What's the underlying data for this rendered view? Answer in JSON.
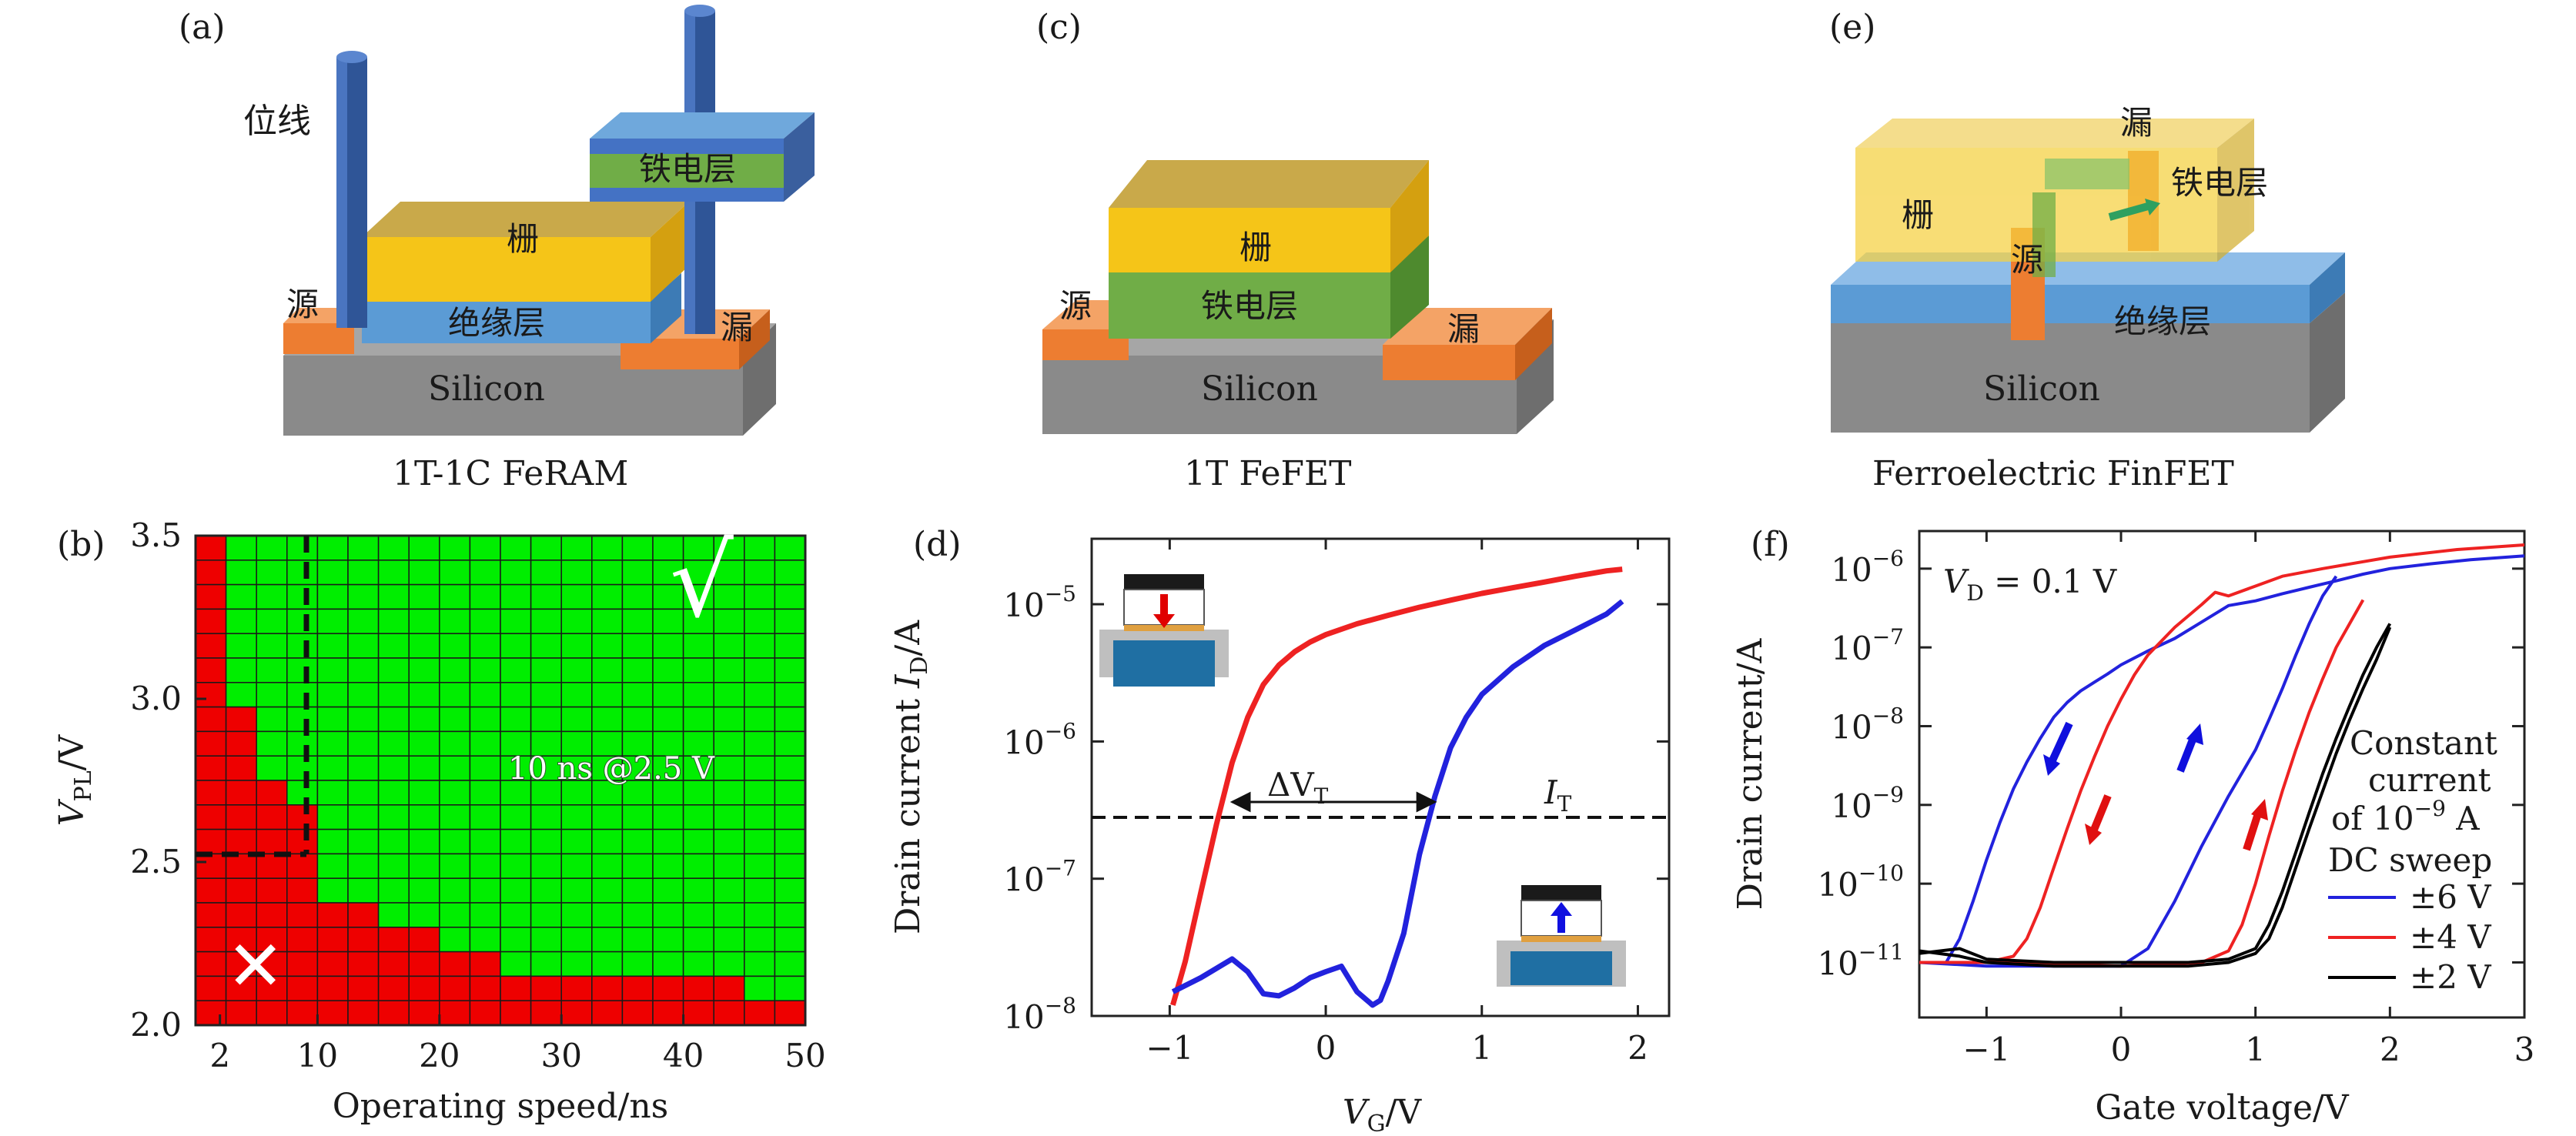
{
  "panels": {
    "a": {
      "label": "(a)",
      "caption": "1T-1C FeRAM",
      "bitline": "位线",
      "ferro": "铁电层",
      "gate": "栅",
      "insulator": "绝缘层",
      "source": "源",
      "drain": "漏",
      "substrate": "Silicon"
    },
    "c": {
      "label": "(c)",
      "caption": "1T FeFET",
      "gate": "栅",
      "ferro": "铁电层",
      "source": "源",
      "drain": "漏",
      "substrate": "Silicon"
    },
    "e": {
      "label": "(e)",
      "caption": "Ferroelectric FinFET",
      "drain": "漏",
      "ferro": "铁电层",
      "gate": "栅",
      "source": "源",
      "insulator": "绝缘层",
      "substrate": "Silicon"
    },
    "b": {
      "label": "(b)"
    },
    "d": {
      "label": "(d)"
    },
    "f": {
      "label": "(f)"
    }
  },
  "colors": {
    "green": "#00ee00",
    "red": "#ee0000",
    "silicon": "#8a8a8a",
    "insulator": "#5b9bd5",
    "gate": "#f5c518",
    "ferro": "#70ad47",
    "contact": "#ed7d31",
    "bitline": "#2f5597",
    "curve_red": "#ee2222",
    "curve_blue": "#2222dd",
    "curve_black": "#000000"
  },
  "chart_data": [
    {
      "panel": "b",
      "type": "heatmap",
      "xlabel": "Operating speed/ns",
      "ylabel_main": "V",
      "ylabel_sub": "PL",
      "ylabel_unit": "/V",
      "xlim": [
        0,
        50
      ],
      "ylim": [
        2.0,
        3.5
      ],
      "xticks": [
        2,
        10,
        20,
        30,
        40,
        50
      ],
      "yticks": [
        2.0,
        2.5,
        3.0,
        3.5
      ],
      "columns": 20,
      "rows": 20,
      "fail_rows_per_column": [
        20,
        13,
        10,
        9,
        5,
        5,
        4,
        4,
        3,
        3,
        2,
        2,
        2,
        2,
        2,
        2,
        2,
        2,
        1,
        1
      ],
      "pass_symbol": "√",
      "fail_symbol": "✕",
      "annotation": "10 ns @2.5 V",
      "marker": {
        "x": 10,
        "y": 2.5
      }
    },
    {
      "panel": "d",
      "type": "line",
      "xlabel_main": "V",
      "xlabel_sub": "G",
      "xlabel_unit": "/V",
      "ylabel_text": "Drain current ",
      "ylabel_main": "I",
      "ylabel_sub": "D",
      "ylabel_unit": "/A",
      "yscale": "log",
      "xlim": [
        -1.5,
        2.2
      ],
      "ylim": [
        1e-08,
        3e-05
      ],
      "xticks": [
        "−1",
        "0",
        "1",
        "2"
      ],
      "yticks": [
        {
          "base": "10",
          "exp": "−5",
          "value": 1e-05
        },
        {
          "base": "10",
          "exp": "−6",
          "value": 1e-06
        },
        {
          "base": "10",
          "exp": "−7",
          "value": 1e-07
        },
        {
          "base": "10",
          "exp": "−8",
          "value": 1e-08
        }
      ],
      "threshold_current": 2.8e-07,
      "threshold_label_main": "I",
      "threshold_label_sub": "T",
      "delta_label_main": "ΔV",
      "delta_label_sub": "T",
      "delta_range": [
        -0.6,
        0.7
      ],
      "series": [
        {
          "color": "red",
          "x": [
            -0.98,
            -0.9,
            -0.8,
            -0.7,
            -0.6,
            -0.5,
            -0.4,
            -0.3,
            -0.2,
            -0.1,
            0.0,
            0.2,
            0.4,
            0.6,
            0.8,
            1.0,
            1.2,
            1.4,
            1.6,
            1.8,
            1.9
          ],
          "y": [
            1.2e-08,
            2.5e-08,
            8e-08,
            2.5e-07,
            7e-07,
            1.5e-06,
            2.6e-06,
            3.6e-06,
            4.5e-06,
            5.3e-06,
            6e-06,
            7.2e-06,
            8.3e-06,
            9.5e-06,
            1.07e-05,
            1.2e-05,
            1.32e-05,
            1.45e-05,
            1.6e-05,
            1.75e-05,
            1.8e-05
          ]
        },
        {
          "color": "blue",
          "x": [
            -0.98,
            -0.8,
            -0.6,
            -0.5,
            -0.4,
            -0.3,
            -0.2,
            -0.1,
            0.0,
            0.1,
            0.2,
            0.3,
            0.35,
            0.4,
            0.5,
            0.6,
            0.7,
            0.8,
            0.9,
            1.0,
            1.2,
            1.4,
            1.6,
            1.8,
            1.9
          ],
          "y": [
            1.5e-08,
            1.9e-08,
            2.6e-08,
            2.1e-08,
            1.45e-08,
            1.4e-08,
            1.6e-08,
            1.9e-08,
            2.1e-08,
            2.3e-08,
            1.5e-08,
            1.2e-08,
            1.3e-08,
            1.8e-08,
            4e-08,
            1.5e-07,
            4e-07,
            9e-07,
            1.5e-06,
            2.2e-06,
            3.5e-06,
            5e-06,
            6.5e-06,
            8.5e-06,
            1.05e-05
          ]
        }
      ]
    },
    {
      "panel": "f",
      "type": "line",
      "xlabel": "Gate voltage/V",
      "ylabel": "Drain current/A",
      "yscale": "log",
      "xlim": [
        -1.5,
        3
      ],
      "ylim": [
        2e-12,
        3e-06
      ],
      "xticks": [
        "−1",
        "0",
        "1",
        "2",
        "3"
      ],
      "yticks": [
        {
          "base": "10",
          "exp": "−6",
          "value": 1e-06
        },
        {
          "base": "10",
          "exp": "−7",
          "value": 1e-07
        },
        {
          "base": "10",
          "exp": "−8",
          "value": 1e-08
        },
        {
          "base": "10",
          "exp": "−9",
          "value": 1e-09
        },
        {
          "base": "10",
          "exp": "−10",
          "value": 1e-10
        },
        {
          "base": "10",
          "exp": "−11",
          "value": 1e-11
        }
      ],
      "condition_main": "V",
      "condition_sub": "D",
      "condition_value": " = 0.1 V",
      "note_lines": [
        "Constant",
        "current",
        "of 10",
        "DC sweep"
      ],
      "note_exp": "−9",
      "note_unit": " A",
      "legend_position": "bottom-right",
      "series": [
        {
          "name": "±6 V",
          "color": "blue",
          "x": [
            -1.5,
            -1.3,
            -1.2,
            -1.1,
            -1.0,
            -0.9,
            -0.8,
            -0.7,
            -0.6,
            -0.5,
            -0.4,
            -0.3,
            -0.2,
            -0.1,
            0.0,
            0.2,
            0.4,
            0.6,
            0.8,
            1.0,
            1.2,
            1.4,
            1.6,
            1.8,
            2.0,
            2.3,
            2.6,
            3.0
          ],
          "y": [
            1e-11,
            1e-11,
            2e-11,
            6e-11,
            2e-10,
            6e-10,
            1.6e-09,
            3.5e-09,
            7e-09,
            1.3e-08,
            2e-08,
            2.8e-08,
            3.6e-08,
            4.6e-08,
            6e-08,
            9e-08,
            1.3e-07,
            2.1e-07,
            3.4e-07,
            3.9e-07,
            4.8e-07,
            5.8e-07,
            7e-07,
            8.5e-07,
            1e-06,
            1.15e-06,
            1.3e-06,
            1.45e-06
          ]
        },
        {
          "name": "±6 V",
          "color": "blue",
          "x": [
            -1.5,
            -1.0,
            -0.5,
            0.0,
            0.2,
            0.4,
            0.6,
            0.8,
            1.0,
            1.1,
            1.2,
            1.3,
            1.4,
            1.5,
            1.6
          ],
          "y": [
            1e-11,
            9e-12,
            9e-12,
            9e-12,
            1.5e-11,
            6e-11,
            3e-10,
            1.3e-09,
            5e-09,
            1.2e-08,
            3e-08,
            8e-08,
            2e-07,
            4.5e-07,
            8e-07
          ]
        },
        {
          "name": "±4 V",
          "color": "red",
          "x": [
            -1.5,
            -1.0,
            -0.8,
            -0.7,
            -0.6,
            -0.5,
            -0.4,
            -0.3,
            -0.2,
            -0.1,
            0.0,
            0.1,
            0.2,
            0.4,
            0.6,
            0.7,
            0.8,
            1.0,
            1.2,
            1.5,
            2.0,
            2.5,
            3.0
          ],
          "y": [
            1e-11,
            1e-11,
            1.2e-11,
            2e-11,
            5e-11,
            1.6e-10,
            5e-10,
            1.5e-09,
            4e-09,
            1e-08,
            2.2e-08,
            4.5e-08,
            8e-08,
            1.8e-07,
            3.5e-07,
            5e-07,
            4.5e-07,
            6e-07,
            8e-07,
            1e-06,
            1.4e-06,
            1.75e-06,
            2e-06
          ]
        },
        {
          "name": "±4 V",
          "color": "red",
          "x": [
            -1.5,
            -1.0,
            0.0,
            0.6,
            0.8,
            0.9,
            1.0,
            1.1,
            1.2,
            1.3,
            1.4,
            1.5,
            1.6,
            1.8
          ],
          "y": [
            1e-11,
            1e-11,
            9e-12,
            1e-11,
            1.4e-11,
            3e-11,
            1e-10,
            4e-10,
            1.5e-09,
            5e-09,
            1.5e-08,
            4e-08,
            1e-07,
            4e-07
          ]
        },
        {
          "name": "±2 V",
          "color": "black",
          "x": [
            -1.5,
            -1.2,
            -1.0,
            -0.5,
            0.0,
            0.5,
            0.8,
            1.0,
            1.1,
            1.2,
            1.3,
            1.4,
            1.5,
            1.6,
            1.7,
            1.8,
            1.9,
            2.0
          ],
          "y": [
            1.4e-11,
            1.2e-11,
            1e-11,
            9e-12,
            9e-12,
            9e-12,
            1e-11,
            1.3e-11,
            2e-11,
            5e-11,
            1.6e-10,
            5e-10,
            1.5e-09,
            4.5e-09,
            1.2e-08,
            3e-08,
            7e-08,
            1.8e-07
          ]
        },
        {
          "name": "±2 V",
          "color": "black",
          "x": [
            -1.5,
            -1.2,
            -1.0,
            -0.5,
            0.0,
            0.5,
            0.8,
            1.0,
            1.1,
            1.2,
            1.3,
            1.4,
            1.5,
            1.6,
            1.7,
            1.8,
            1.9,
            2.0
          ],
          "y": [
            1.3e-11,
            1.5e-11,
            1.1e-11,
            1e-11,
            1e-11,
            1e-11,
            1.1e-11,
            1.5e-11,
            3e-11,
            8e-11,
            2.5e-10,
            8e-10,
            2.5e-09,
            7e-09,
            1.8e-08,
            4.5e-08,
            1e-07,
            2e-07
          ]
        }
      ]
    }
  ]
}
